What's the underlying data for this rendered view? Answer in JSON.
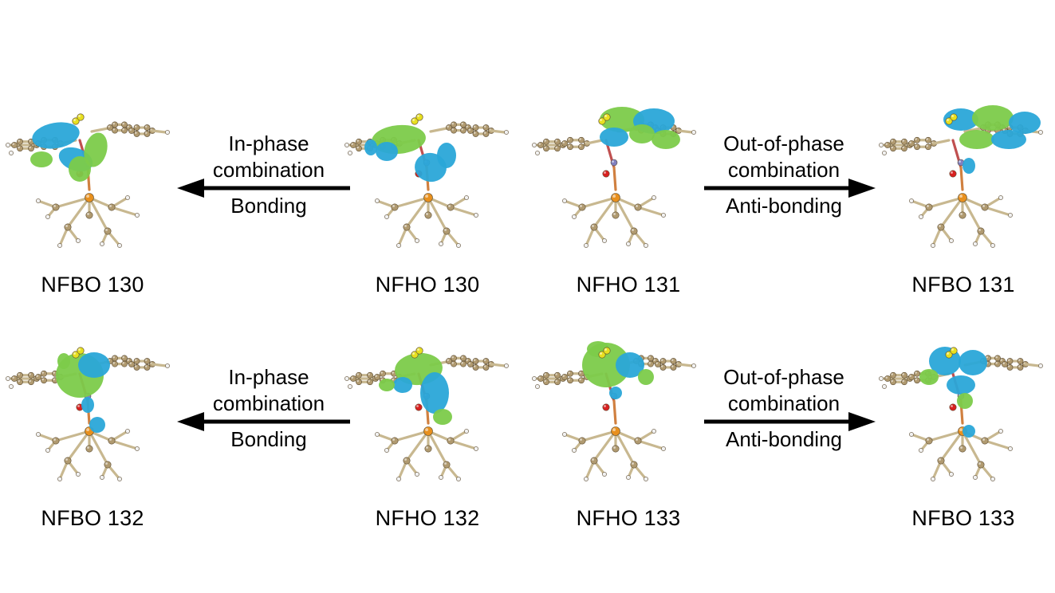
{
  "rows": [
    {
      "left_caption": "NFBO 130",
      "mid_left_caption": "NFHO 130",
      "mid_right_caption": "NFHO 131",
      "right_caption": "NFBO 131",
      "left_arrow": {
        "line1": "In-phase",
        "line2": "combination",
        "line3": "Bonding"
      },
      "right_arrow": {
        "line1": "Out-of-phase",
        "line2": "combination",
        "line3": "Anti-bonding"
      }
    },
    {
      "left_caption": "NFBO 132",
      "mid_left_caption": "NFHO 132",
      "mid_right_caption": "NFHO 133",
      "right_caption": "NFBO 133",
      "left_arrow": {
        "line1": "In-phase",
        "line2": "combination",
        "line3": "Bonding"
      },
      "right_arrow": {
        "line1": "Out-of-phase",
        "line2": "combination",
        "line3": "Anti-bonding"
      }
    }
  ],
  "colors": {
    "lobe_positive": "#2aa7d8",
    "lobe_negative": "#7ccb4a",
    "carbon": "#b09a70",
    "phosphorus": "#e8901e",
    "sulfur": "#e8e020",
    "oxygen": "#d82020",
    "nitrogen": "#8080c0",
    "hydrogen": "#f0f0f0"
  }
}
